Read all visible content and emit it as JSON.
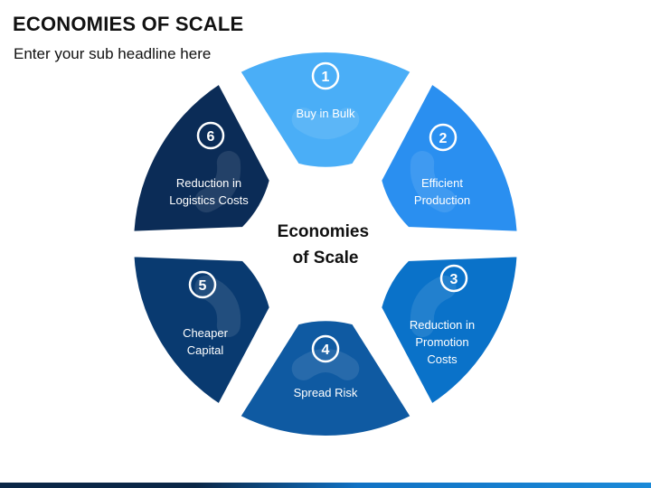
{
  "header": {
    "title": "ECONOMIES OF SCALE",
    "subtitle": "Enter your sub headline here"
  },
  "center": {
    "lines": [
      "Economies",
      "of Scale"
    ]
  },
  "segments": [
    {
      "number": "1",
      "lines": [
        "Buy in Bulk"
      ],
      "color": "#4aaef7"
    },
    {
      "number": "2",
      "lines": [
        "Efficient",
        "Production"
      ],
      "color": "#2a8ff0"
    },
    {
      "number": "3",
      "lines": [
        "Reduction in",
        "Promotion",
        "Costs"
      ],
      "color": "#0a72c9"
    },
    {
      "number": "4",
      "lines": [
        "Spread Risk"
      ],
      "color": "#0f5aa2"
    },
    {
      "number": "5",
      "lines": [
        "Cheaper",
        "Capital"
      ],
      "color": "#093a70"
    },
    {
      "number": "6",
      "lines": [
        "Reduction in",
        "Logistics Costs"
      ],
      "color": "#0b2c57"
    }
  ],
  "colors": {
    "background": "#ffffff",
    "center_text": "#111111",
    "segment_text": "#ffffff"
  }
}
